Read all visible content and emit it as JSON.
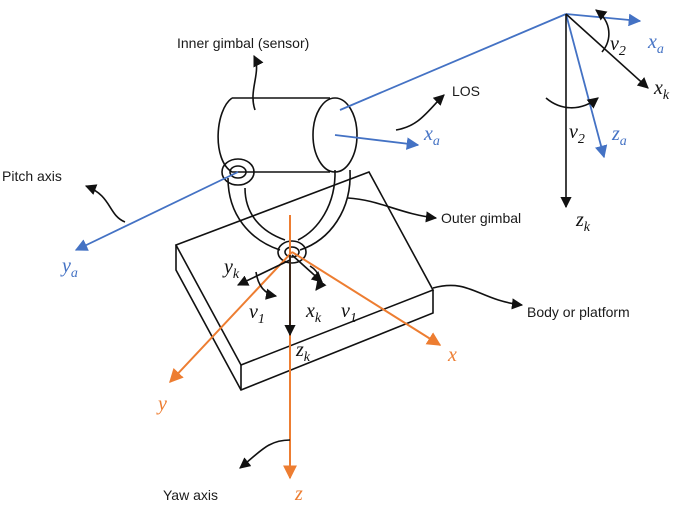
{
  "labels": {
    "inner_gimbal": "Inner gimbal (sensor)",
    "pitch_axis": "Pitch axis",
    "outer_gimbal": "Outer gimbal",
    "los": "LOS",
    "body_platform": "Body or platform",
    "yaw_axis": "Yaw axis"
  },
  "symbols": {
    "x_a": {
      "base": "x",
      "sub": "a"
    },
    "y_a": {
      "base": "y",
      "sub": "a"
    },
    "z_a": {
      "base": "z",
      "sub": "a"
    },
    "x_k": {
      "base": "x",
      "sub": "k"
    },
    "y_k": {
      "base": "y",
      "sub": "k"
    },
    "z_k": {
      "base": "z",
      "sub": "k"
    },
    "v_1": {
      "base": "v",
      "sub": "1"
    },
    "v_2": {
      "base": "v",
      "sub": "2"
    },
    "x": "x",
    "y": "y",
    "z": "z"
  },
  "colors": {
    "aircraft_frame": "#4472c4",
    "body_frame": "#ed7d31",
    "gimbal_frame": "#111111"
  }
}
